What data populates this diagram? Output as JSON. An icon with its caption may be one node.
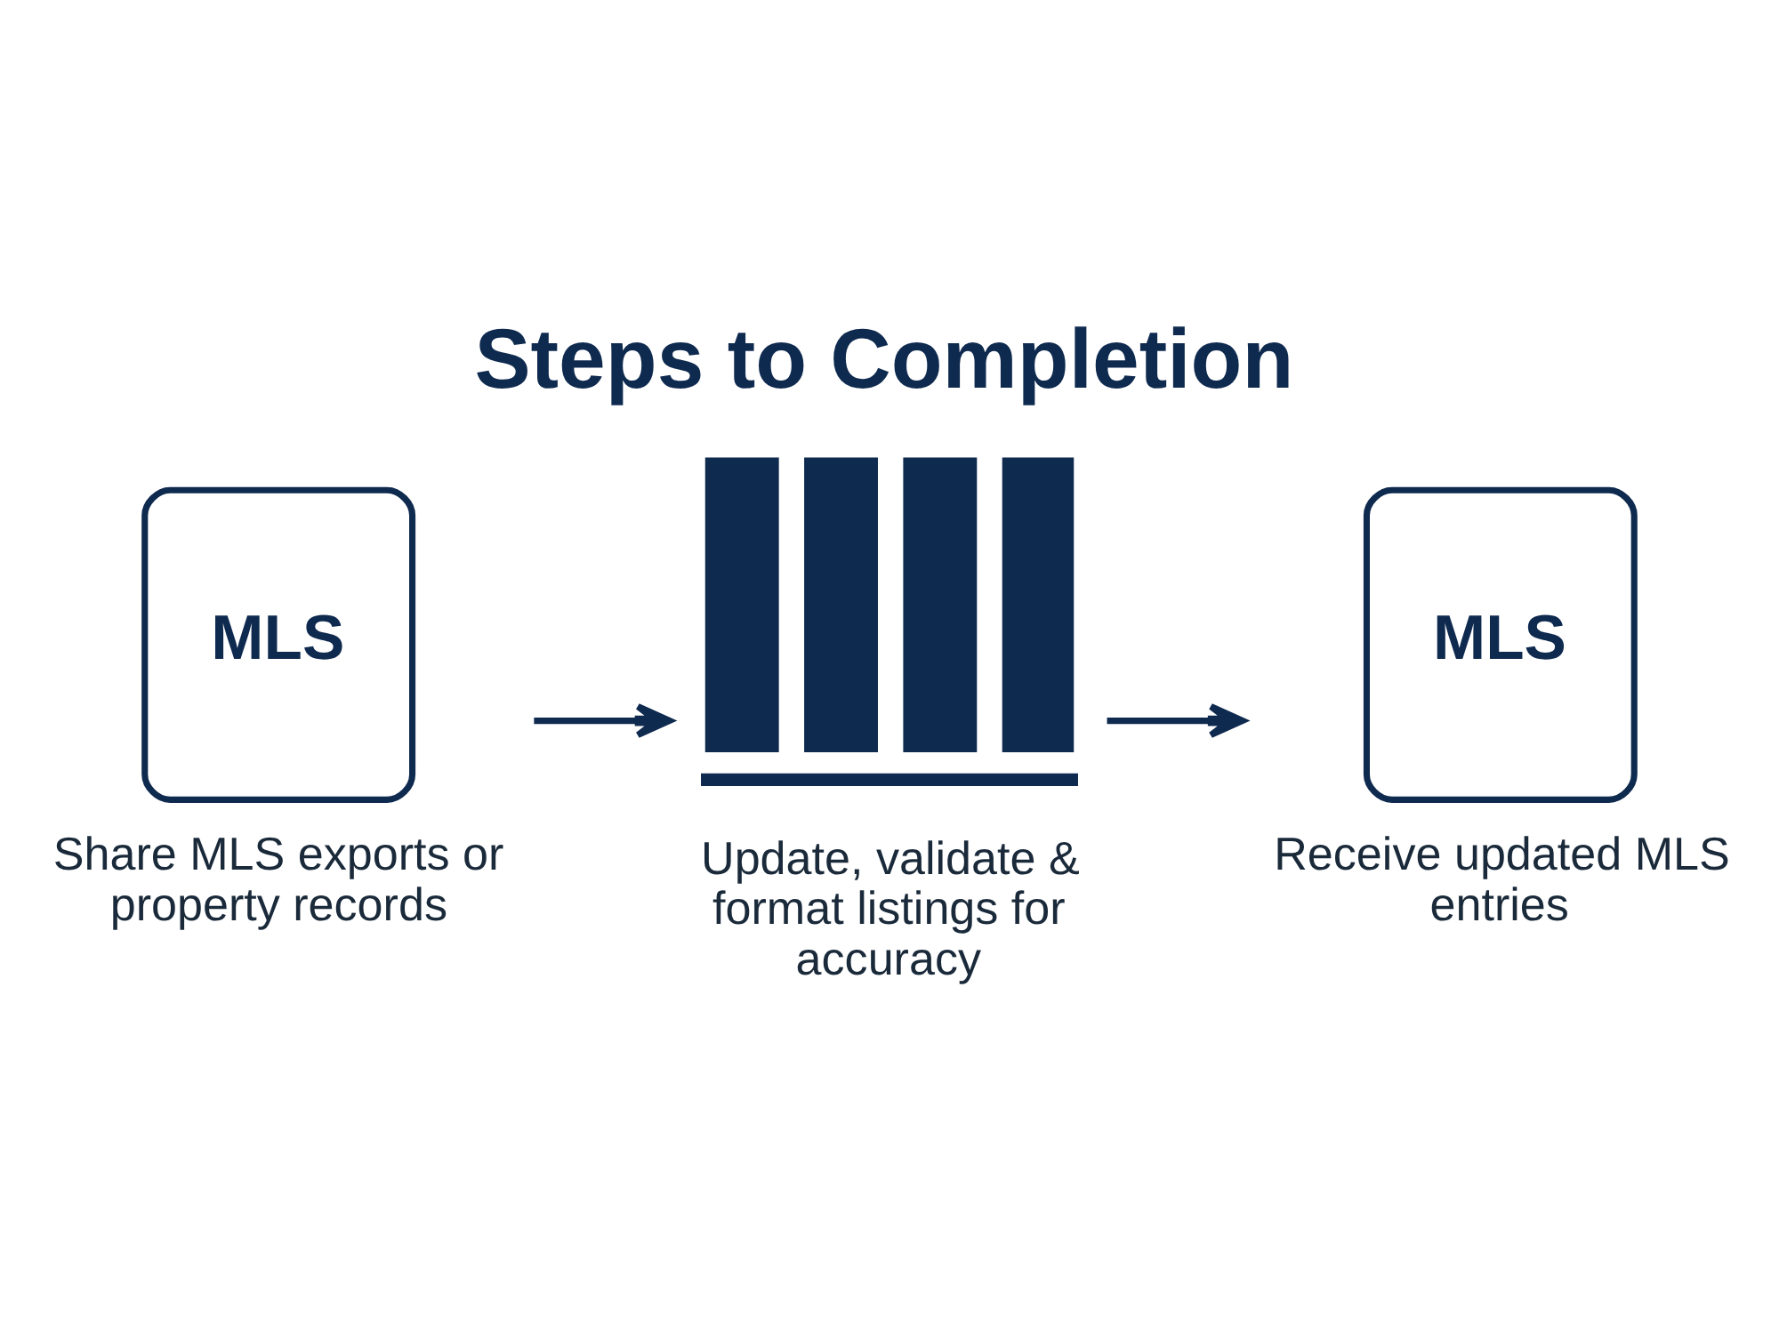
{
  "diagram": {
    "title": "Steps to Completion",
    "nodes": [
      {
        "text": [
          "MLS"
        ],
        "beside": [
          "Share MLS exports or property records"
        ]
      },
      {
        "text": [],
        "shape": "picture",
        "beside": [
          "Update, validate & format listings for accuracy"
        ]
      },
      {
        "text": [
          "MLS"
        ],
        "beside": [
          "Receive updated MLS entries"
        ]
      }
    ],
    "edges": [
      {
        "from": 0,
        "to": 1,
        "arrow": "to"
      },
      {
        "from": 1,
        "to": 2,
        "arrow": "to"
      }
    ]
  }
}
